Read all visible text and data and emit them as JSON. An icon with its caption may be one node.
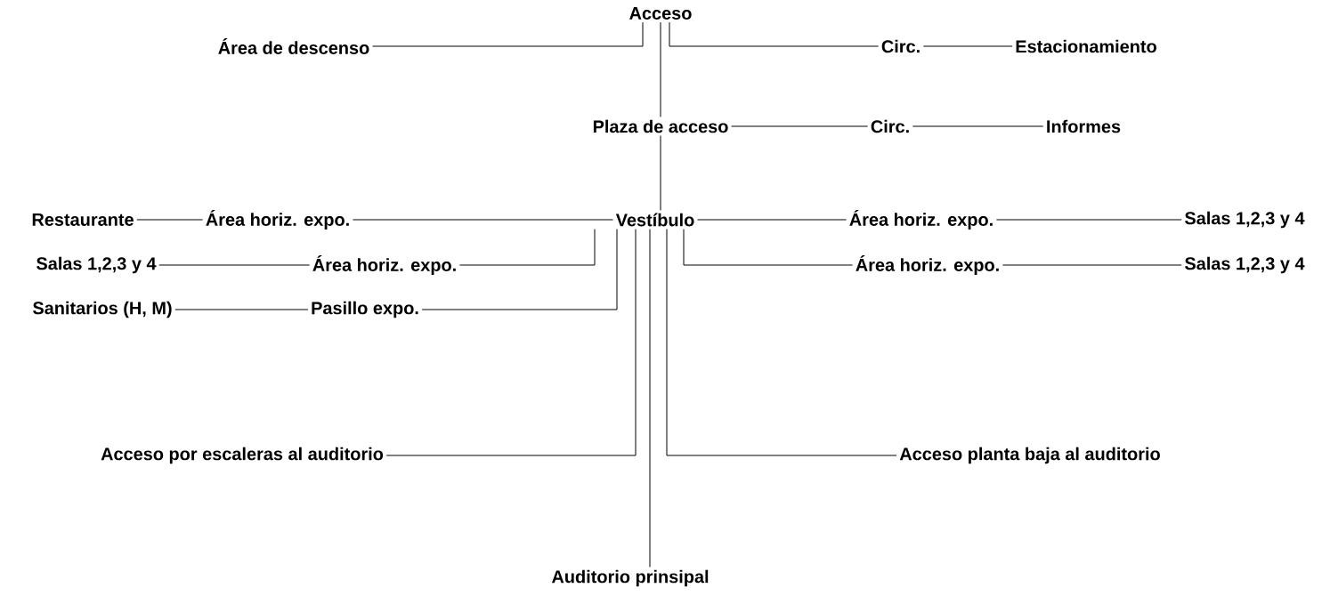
{
  "diagram": {
    "nodes": [
      {
        "text": [
          "Acceso"
        ]
      },
      {
        "text": [
          "Área de descenso"
        ]
      },
      {
        "text": [
          "Circ."
        ]
      },
      {
        "text": [
          "Estacionamiento"
        ]
      },
      {
        "text": [
          "Plaza de acceso"
        ]
      },
      {
        "text": [
          "Circ."
        ]
      },
      {
        "text": [
          "Informes"
        ]
      },
      {
        "text": [
          "Restaurante"
        ]
      },
      {
        "text": [
          "Área horiz. expo."
        ]
      },
      {
        "text": [
          "Vestíbulo"
        ]
      },
      {
        "text": [
          "Área horiz. expo."
        ]
      },
      {
        "text": [
          "Salas 1,2,3 y 4"
        ]
      },
      {
        "text": [
          "Salas 1,2,3 y 4"
        ]
      },
      {
        "text": [
          "Área horiz. expo."
        ]
      },
      {
        "text": [
          "Área horiz. expo."
        ]
      },
      {
        "text": [
          "Salas 1,2,3 y 4"
        ]
      },
      {
        "text": [
          "Sanitarios (H, M)"
        ]
      },
      {
        "text": [
          "Pasillo expo."
        ]
      },
      {
        "text": [
          "Acceso por escaleras al auditorio"
        ]
      },
      {
        "text": [
          "Acceso planta baja al auditorio"
        ]
      },
      {
        "text": [
          "Auditorio prinsipal"
        ]
      }
    ],
    "edges": [
      {
        "from": 0,
        "to": 1,
        "arrow": "none"
      },
      {
        "from": 0,
        "to": 2,
        "arrow": "none"
      },
      {
        "from": 2,
        "to": 3,
        "arrow": "none"
      },
      {
        "from": 0,
        "to": 4,
        "arrow": "none"
      },
      {
        "from": 4,
        "to": 5,
        "arrow": "none"
      },
      {
        "from": 5,
        "to": 6,
        "arrow": "none"
      },
      {
        "from": 4,
        "to": 9,
        "arrow": "none"
      },
      {
        "from": 7,
        "to": 8,
        "arrow": "none"
      },
      {
        "from": 8,
        "to": 9,
        "arrow": "none"
      },
      {
        "from": 9,
        "to": 10,
        "arrow": "none"
      },
      {
        "from": 10,
        "to": 11,
        "arrow": "none"
      },
      {
        "from": 12,
        "to": 13,
        "arrow": "none"
      },
      {
        "from": 13,
        "to": 9,
        "arrow": "none"
      },
      {
        "from": 9,
        "to": 14,
        "arrow": "none"
      },
      {
        "from": 14,
        "to": 15,
        "arrow": "none"
      },
      {
        "from": 16,
        "to": 17,
        "arrow": "none"
      },
      {
        "from": 17,
        "to": 9,
        "arrow": "none"
      },
      {
        "from": 18,
        "to": 9,
        "arrow": "none"
      },
      {
        "from": 9,
        "to": 19,
        "arrow": "none"
      },
      {
        "from": 9,
        "to": 20,
        "arrow": "none"
      }
    ]
  }
}
